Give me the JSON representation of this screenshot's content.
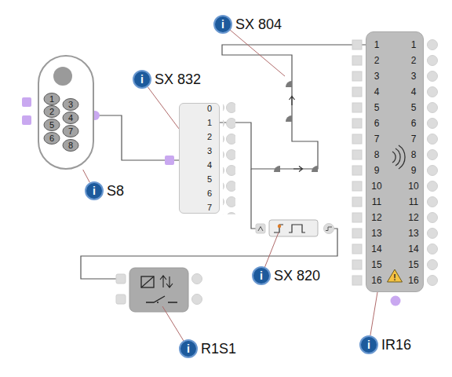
{
  "diagram": {
    "nodes": [
      {
        "text": [
          "i",
          "SX 804"
        ]
      },
      {
        "text": [
          "1",
          "1",
          "2",
          "2",
          "3",
          "3",
          "4",
          "4",
          "5",
          "5",
          "6",
          "6",
          "7",
          "7",
          "8",
          "8",
          "9",
          "9",
          "10",
          "10",
          "11",
          "11",
          "12",
          "12",
          "13",
          "13",
          "14",
          "14",
          "15",
          "15",
          "16",
          "16"
        ]
      },
      {
        "text": [
          "1",
          "3",
          "2",
          "4",
          "5",
          "7",
          "6",
          "8"
        ]
      },
      {
        "text": [
          "i",
          "SX 832"
        ]
      },
      {
        "text": [
          "0",
          "1",
          "2",
          "3",
          "4",
          "5",
          "6",
          "7"
        ]
      },
      {
        "text": [
          "i",
          "S8"
        ]
      },
      {
        "text": [
          "i",
          "SX 820"
        ]
      },
      {
        "text": [
          "i",
          "R1S1"
        ]
      },
      {
        "text": [
          "i",
          "IR16"
        ]
      }
    ],
    "edges": [
      {
        "from": 2,
        "to": 4,
        "arrow": "none"
      },
      {
        "from": 4,
        "to": 1,
        "arrow": "none"
      },
      {
        "from": 5,
        "to": 2,
        "arrow": "none"
      },
      {
        "from": 3,
        "to": 4,
        "arrow": "none"
      },
      {
        "from": 8,
        "to": 1,
        "arrow": "none"
      }
    ],
    "labels": [
      "!"
    ]
  }
}
